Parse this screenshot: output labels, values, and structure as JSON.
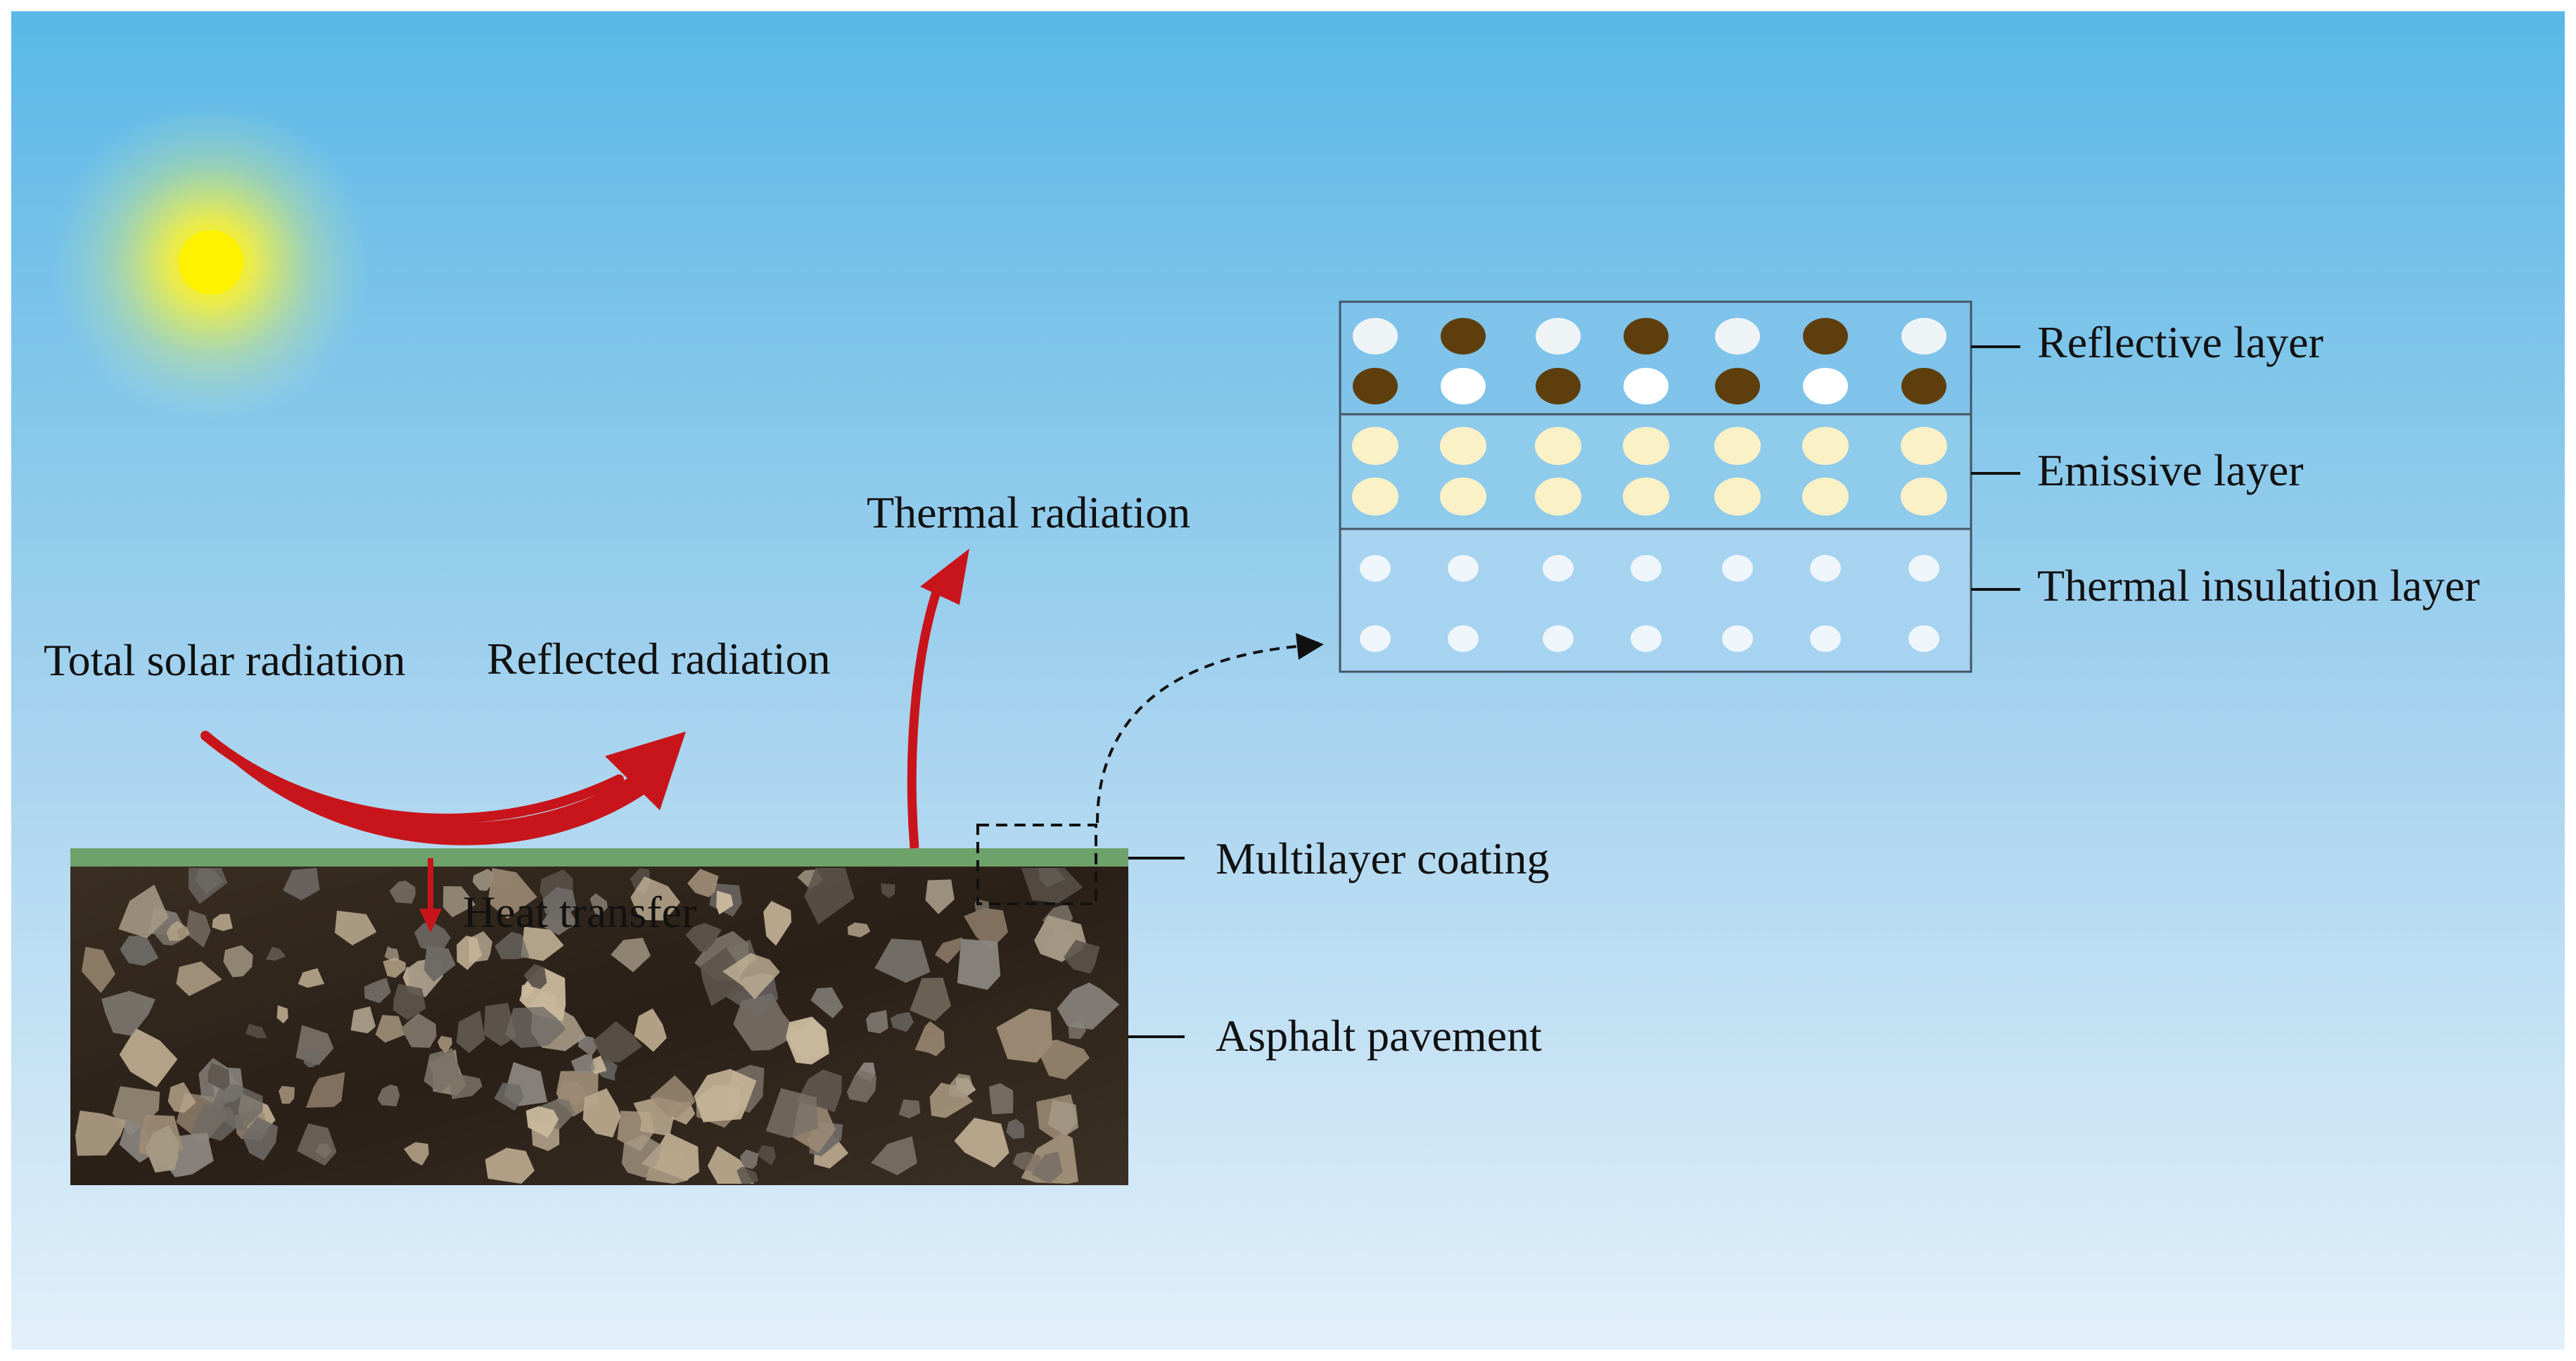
{
  "labels": {
    "total_solar": "Total solar radiation",
    "reflected": "Reflected radiation",
    "thermal": "Thermal radiation",
    "heat_transfer": "Heat transfer",
    "multilayer": "Multilayer coating",
    "asphalt": "Asphalt pavement",
    "reflective_layer": "Reflective layer",
    "emissive_layer": "Emissive layer",
    "insulation_layer": "Thermal insulation layer"
  },
  "colors": {
    "sky_top": "#5ab8e6",
    "sky_bottom": "#ddedf8",
    "sun": "#fff200",
    "arrow_red": "#c8151b",
    "coating_green": "#6ea26b",
    "asphalt_dark": "#2a2018",
    "particle_brown": "#5e3e0c",
    "particle_white": "#ffffff",
    "particle_cream": "#fbf1c6",
    "layer_border": "#445566"
  }
}
